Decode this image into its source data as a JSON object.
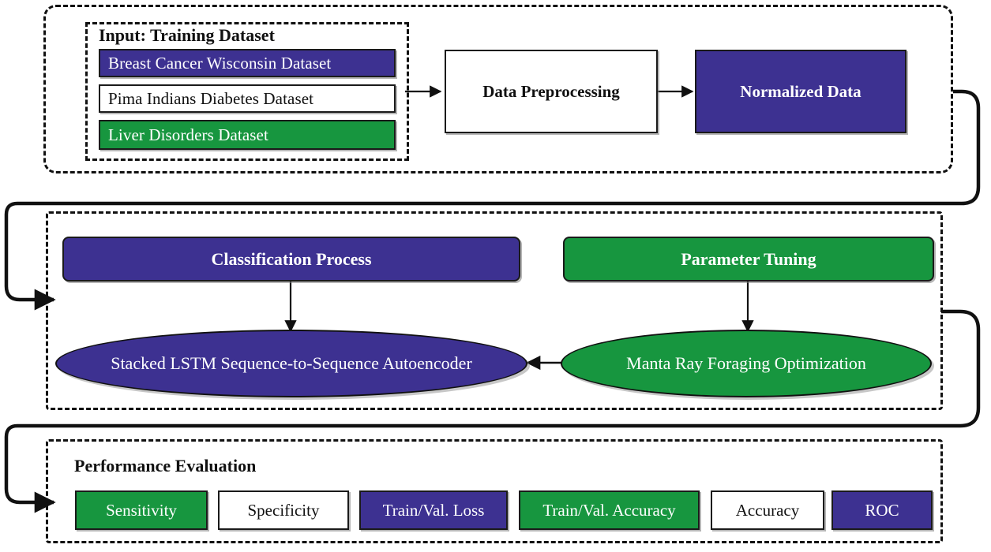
{
  "figure": {
    "type": "flowchart",
    "title": "Proposed framework block diagram",
    "colors": {
      "purple": "#3D3191",
      "green": "#17963F",
      "white": "#FFFFFF",
      "outline": "#111111"
    }
  },
  "section1": {
    "input_group": {
      "heading": "Input: Training Dataset",
      "datasets": [
        {
          "label": "Breast Cancer Wisconsin Dataset",
          "color": "purple"
        },
        {
          "label": "Pima Indians Diabetes Dataset",
          "color": "white"
        },
        {
          "label": "Liver Disorders Dataset",
          "color": "green"
        }
      ]
    },
    "preprocessing": {
      "label": "Data Preprocessing",
      "color": "white"
    },
    "normalized": {
      "label": "Normalized Data",
      "color": "purple"
    }
  },
  "section2": {
    "classification": {
      "label": "Classification Process",
      "color": "purple"
    },
    "tuning": {
      "label": "Parameter Tuning",
      "color": "green"
    },
    "autoencoder": {
      "label": "Stacked LSTM Sequence-to-Sequence Autoencoder",
      "color": "purple"
    },
    "optimizer": {
      "label": "Manta Ray Foraging Optimization",
      "color": "green"
    }
  },
  "section3": {
    "heading": "Performance Evaluation",
    "metrics": [
      {
        "label": "Sensitivity",
        "color": "green"
      },
      {
        "label": "Specificity",
        "color": "white"
      },
      {
        "label": "Train/Val. Loss",
        "color": "purple"
      },
      {
        "label": "Train/Val. Accuracy",
        "color": "green"
      },
      {
        "label": "Accuracy",
        "color": "white"
      },
      {
        "label": "ROC",
        "color": "purple"
      }
    ]
  }
}
